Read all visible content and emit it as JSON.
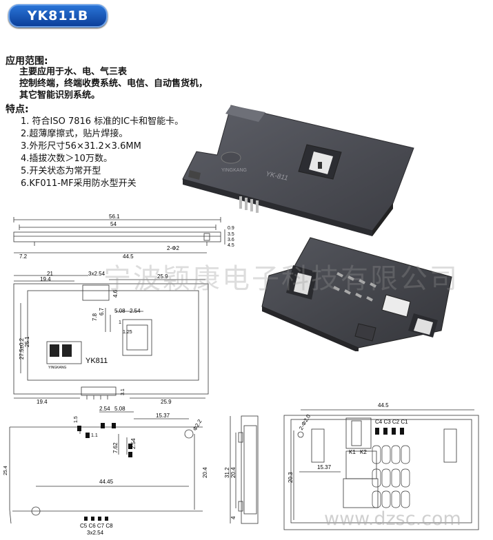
{
  "model": "YK811B",
  "application": {
    "heading": "应用范围:",
    "lines": [
      "主要应用于水、电、气三表",
      "控制终端，终端收费系统、电信、自动售货机，",
      "其它智能识别系统。"
    ]
  },
  "features": {
    "heading": "特点:",
    "lines": [
      "1. 符合ISO 7816 标准的IC卡和智能卡。",
      "2.超薄摩擦式，贴片焊接。",
      "3.外形尺寸56×31.2×3.6MM",
      "4.插拔次数＞10万数。",
      "5.开关状态为常开型",
      "6.KF011-MF采用防水型开关"
    ]
  },
  "product": {
    "top_mark": "YK-811",
    "brand": "YINGKANG"
  },
  "side_view": {
    "d_56_1": "56.1",
    "d_54": "54",
    "d_0_9": "0.9",
    "d_3_5": "3.5",
    "d_3_6": "3.6",
    "d_4_5": "4.5",
    "d_7_2": "7.2",
    "d_44_5": "44.5",
    "d_2phi2": "2-Φ2"
  },
  "top_view": {
    "d_21": "21",
    "d_19_4": "19.4",
    "d_3x2_54": "3x2.54",
    "d_25_9": "25.9",
    "d_4_6": "4.6",
    "d_7_8": "7.8",
    "d_6_7": "6.7",
    "d_5_08": "5.08",
    "d_2_54": "2.54",
    "d_1": "1",
    "d_1_25": "1.25",
    "d_27_5": "27.5±0.2",
    "d_25_1": "25.1",
    "d_19_4b": "19.4",
    "d_25_9b": "25.9",
    "d_3_1": "3.1",
    "logo_text": "YINGKANG",
    "label": "YK811"
  },
  "pcb_view": {
    "d_2_54": "2.54",
    "d_5_08": "5.08",
    "d_15_37": "15.37",
    "d_1_5": "1.5",
    "d_1_1": "1.1",
    "d_phi2_2": "Φ2.2",
    "d_7_62": "7.62",
    "d_2_54b": "2.54",
    "d_25_4": "25.4",
    "d_20_4": "20.4",
    "d_44_45": "44.45",
    "pins": "C5 C6 C7 C8",
    "d_3x2_54": "3x2.54"
  },
  "end_view": {
    "d_31_2": "31.2",
    "d_20_4": "20.4",
    "d_4": "4"
  },
  "bottom_view": {
    "d_44_5": "44.5",
    "d_2phi2": "2-Φ2.0",
    "pins": "C4 C3 C2 C1",
    "k1": "K1",
    "k2": "K2",
    "d_15_37": "15.37",
    "d_20_3": "20.3"
  },
  "watermark": "宁波颖康电子科技有限公司",
  "site": "www.dzsc.com"
}
